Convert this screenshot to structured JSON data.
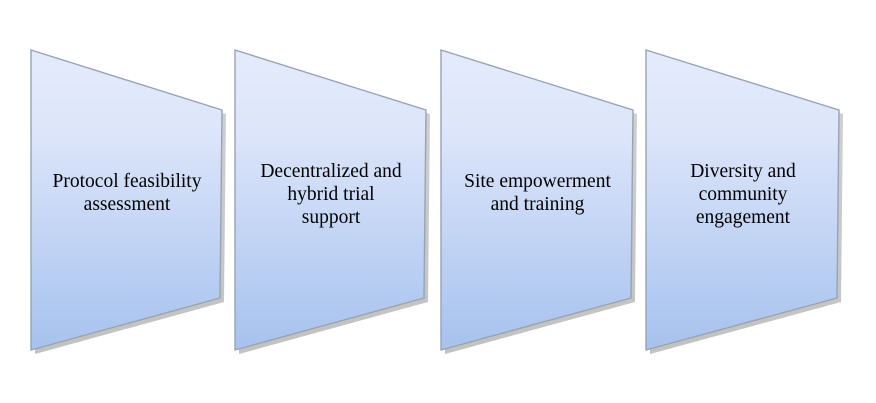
{
  "diagram": {
    "type": "process-chevron",
    "orientation": "horizontal-left-to-right",
    "background_color": "#ffffff",
    "shape_count": 4,
    "shape_style": {
      "fill_top_color": "#dfe7fb",
      "fill_bottom_color": "#a8c4ee",
      "border_color": "#9aa4b4",
      "shadow_color": "#9a9a9a",
      "text_color": "#000000"
    },
    "steps": [
      {
        "index": 1,
        "label": "Protocol feasibility\nassessment",
        "icon": "trapezoid-chevron-shape"
      },
      {
        "index": 2,
        "label": "Decentralized and\nhybrid trial\nsupport",
        "icon": "trapezoid-chevron-shape"
      },
      {
        "index": 3,
        "label": "Site empowerment\nand training",
        "icon": "trapezoid-chevron-shape"
      },
      {
        "index": 4,
        "label": "Diversity and\ncommunity\nengagement",
        "icon": "trapezoid-chevron-shape"
      }
    ]
  }
}
